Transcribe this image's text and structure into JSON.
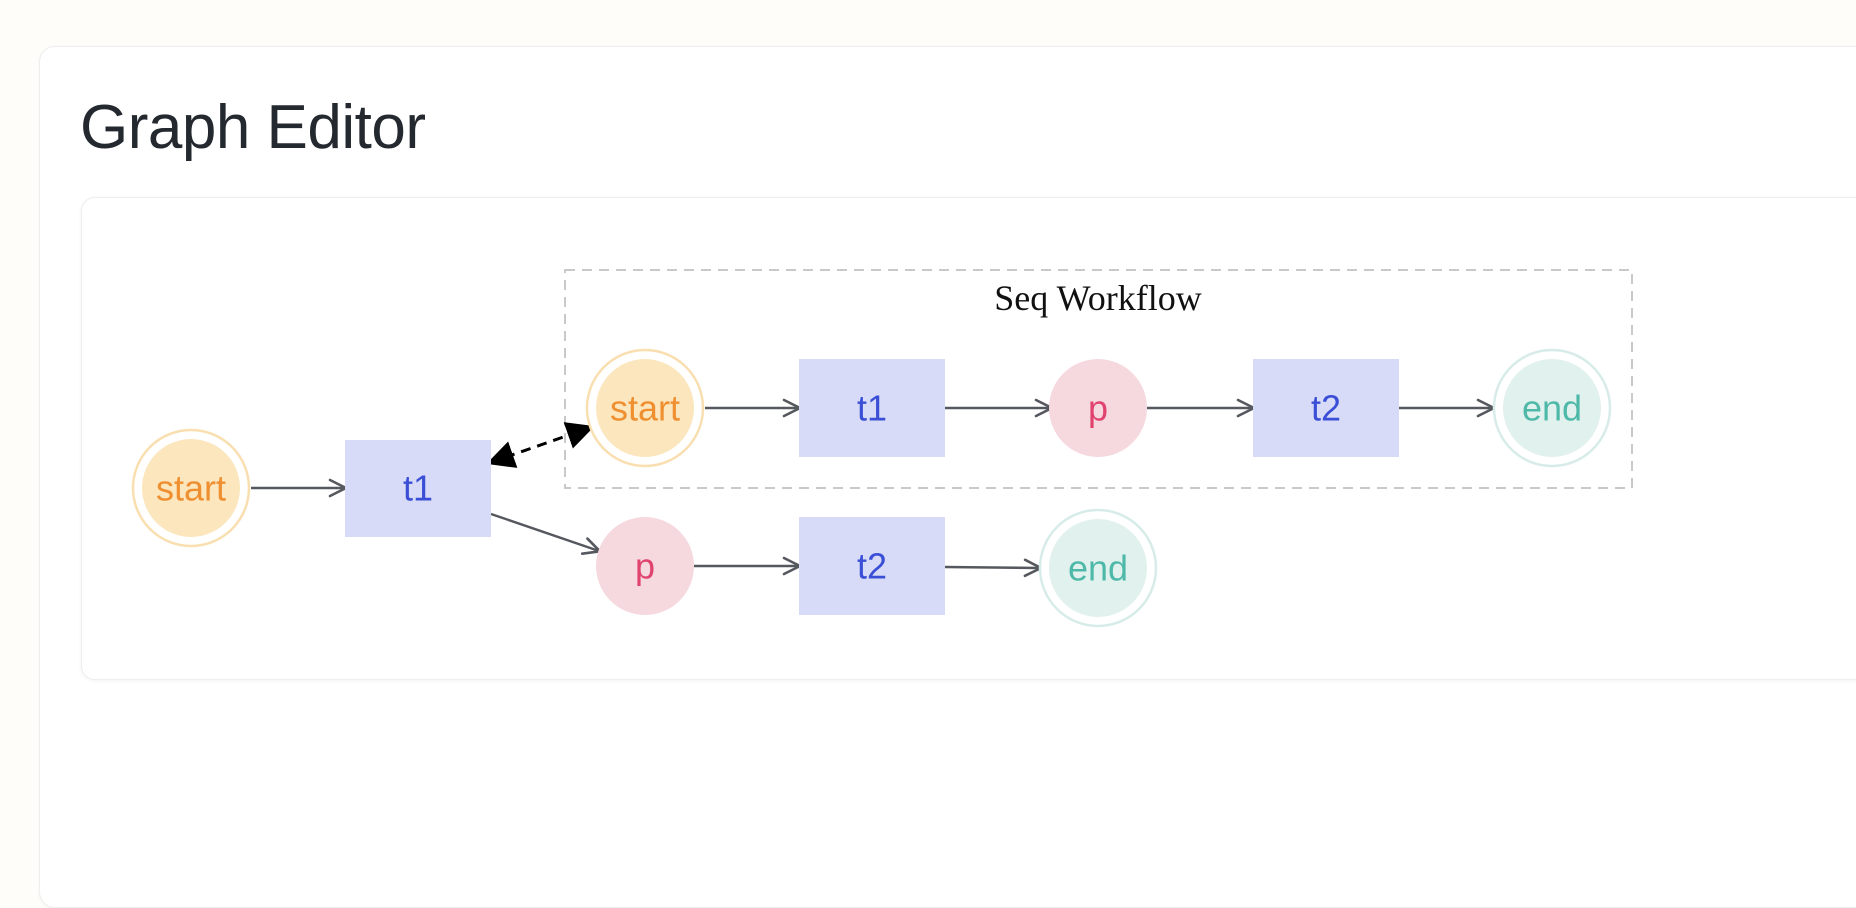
{
  "page": {
    "title": "Graph Editor"
  },
  "colors": {
    "start_fill": "#fbe6bd",
    "start_ring": "#f9dfb0",
    "start_text": "#ef8f2f",
    "task_fill": "#d7dbf7",
    "task_text": "#3b4fd6",
    "parallel_fill": "#f6d9df",
    "parallel_text": "#e0436d",
    "end_fill": "#e1f1ee",
    "end_ring": "#d7ece8",
    "end_text": "#4eb9a8",
    "edge": "#55585e",
    "group_border": "#c9c9c9"
  },
  "graph": {
    "group": {
      "title": "Seq Workflow"
    },
    "nodes": {
      "main_start": {
        "label": "start",
        "kind": "start"
      },
      "main_t1": {
        "label": "t1",
        "kind": "task"
      },
      "main_p": {
        "label": "p",
        "kind": "parallel"
      },
      "main_t2": {
        "label": "t2",
        "kind": "task"
      },
      "main_end": {
        "label": "end",
        "kind": "end"
      },
      "seq_start": {
        "label": "start",
        "kind": "start"
      },
      "seq_t1": {
        "label": "t1",
        "kind": "task"
      },
      "seq_p": {
        "label": "p",
        "kind": "parallel"
      },
      "seq_t2": {
        "label": "t2",
        "kind": "task"
      },
      "seq_end": {
        "label": "end",
        "kind": "end"
      }
    }
  }
}
